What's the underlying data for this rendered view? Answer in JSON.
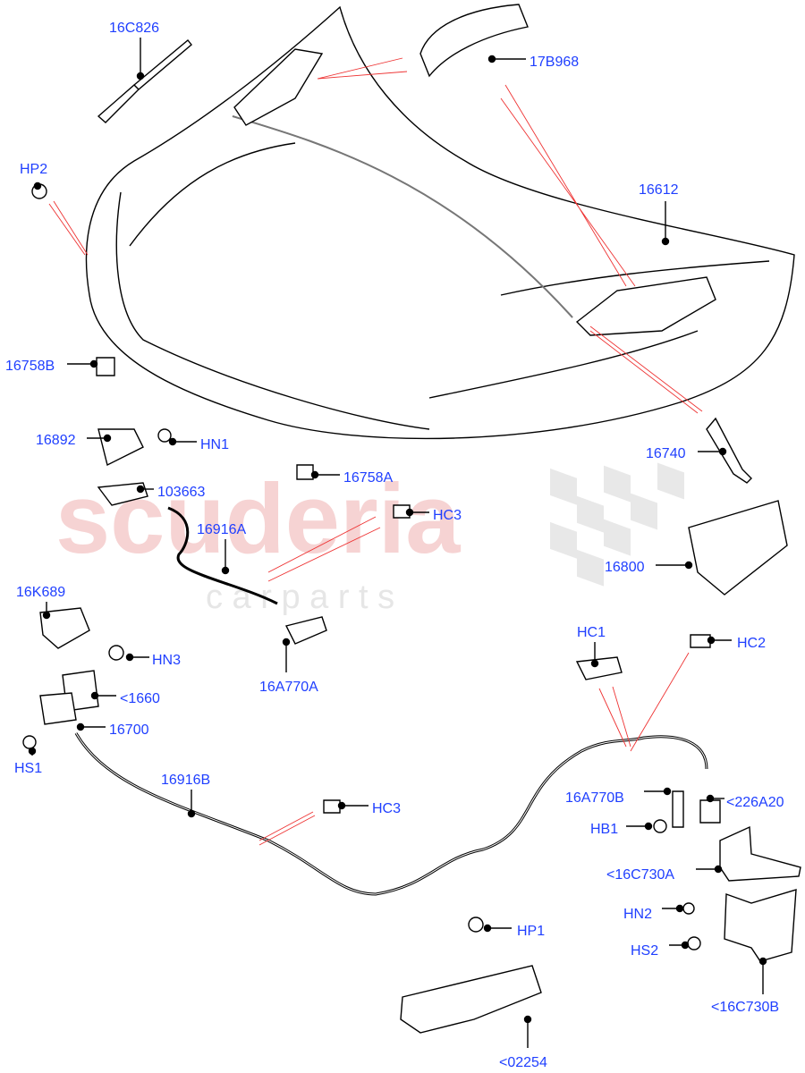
{
  "watermark": {
    "brand": "scuderia",
    "sub": "c a r   p a r t s"
  },
  "colors": {
    "label": "#1f3fff",
    "leader_red": "#ee3333",
    "watermark": "#f6d3d3"
  },
  "labels": [
    "16C826",
    "17B968",
    "HP2",
    "16612",
    "16758B",
    "16892",
    "HN1",
    "103663",
    "16758A",
    "HC3",
    "16916A",
    "16740",
    "16800",
    "16K689",
    "HN3",
    "16A770A",
    "HC1",
    "HC2",
    "<1660",
    "16700",
    "HS1",
    "16916B",
    "HC3",
    "16A770B",
    "<226A20",
    "HB1",
    "<16C730A",
    "HN2",
    "HS2",
    "<16C730B",
    "HP1",
    "<02254"
  ]
}
